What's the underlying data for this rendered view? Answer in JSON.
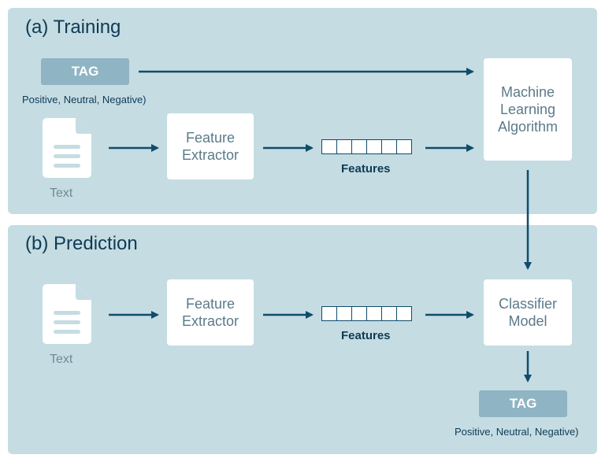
{
  "training": {
    "title": "(a) Training",
    "tag_label": "TAG",
    "tag_caption": "Positive, Neutral, Negative)",
    "doc_label": "Text",
    "extractor_label": "Feature\nExtractor",
    "features_label": "Features",
    "algorithm_label": "Machine\nLearning\nAlgorithm"
  },
  "prediction": {
    "title": "(b) Prediction",
    "doc_label": "Text",
    "extractor_label": "Feature\nExtractor",
    "features_label": "Features",
    "classifier_label": "Classifier\nModel",
    "tag_label": "TAG",
    "tag_caption": "Positive, Neutral, Negative)"
  },
  "colors": {
    "panel_bg": "#c5dce3",
    "arrow": "#0f4c6b",
    "tag_bg": "#8fb4c3",
    "box_bg": "#ffffff",
    "doc_icon": "#ffffff"
  },
  "icons": [
    "document-icon",
    "arrow-right-icon",
    "arrow-down-icon"
  ]
}
